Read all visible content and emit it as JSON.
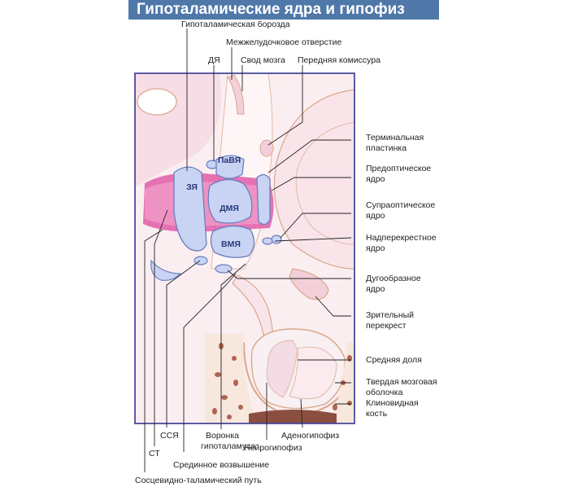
{
  "title": "Гипоталамические ядра и гипофиз",
  "nuclei": {
    "pavya": "ПаВЯ",
    "zya": "ЗЯ",
    "dmya": "ДМЯ",
    "vmya": "ВМЯ"
  },
  "labels": {
    "hypothalamic_sulcus": "Гипоталамическая борозда",
    "interventricular_foramen": "Межжелудочковое отверстие",
    "dya": "ДЯ",
    "fornix": "Свод мозга",
    "anterior_commissure": "Передняя комиссура",
    "lamina_terminalis_1": "Терминальная",
    "lamina_terminalis_2": "пластинка",
    "preoptic_1": "Предоптическое",
    "preoptic_2": "ядро",
    "supraoptic_1": "Супраоптическое",
    "supraoptic_2": "ядро",
    "suprachiasmatic_1": "Надперекрестное",
    "suprachiasmatic_2": "ядро",
    "arcuate_1": "Дугообразное",
    "arcuate_2": "ядро",
    "optic_chiasm_1": "Зрительный",
    "optic_chiasm_2": "перекрест",
    "intermediate_lobe": "Средняя доля",
    "dura_1": "Твердая мозговая",
    "dura_2": "оболочка",
    "sphenoid_1": "Клиновидная",
    "sphenoid_2": "кость",
    "adenohypophysis": "Аденогипофиз",
    "neurohypophysis": "Нейрогипофиз",
    "infundibulum_1": "Воронка",
    "infundibulum_2": "гипоталамуса",
    "median_eminence": "Срединное возвышение",
    "ssya": "ССЯ",
    "st": "СТ",
    "mammillothalamic_tract": "Сосцевидно-таламический путь"
  },
  "colors": {
    "title_bar": "#4f78a8",
    "nucleus_fill": "#c9d3f3",
    "nucleus_stroke": "#6a7fbf",
    "pink": "#e05aa8",
    "frame": "#4a4a9a",
    "tissue_line": "#d9a88a"
  }
}
